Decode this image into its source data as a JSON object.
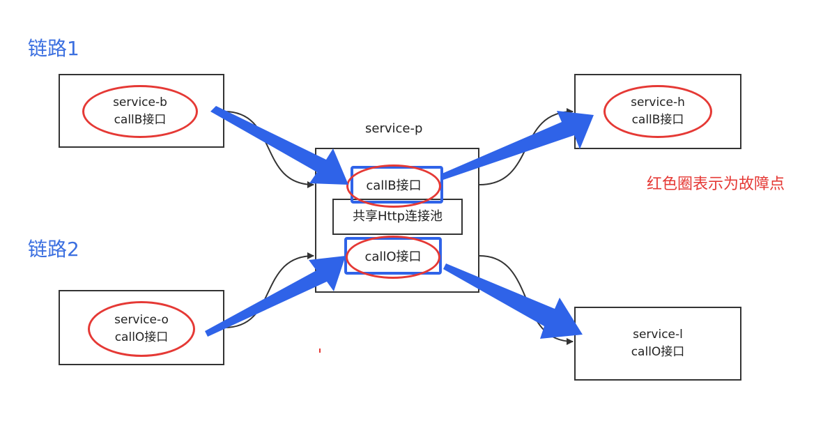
{
  "labels": {
    "chain1": "链路1",
    "chain2": "链路2",
    "legend": "红色圈表示为故障点"
  },
  "nodes": {
    "service_b": {
      "name": "service-b",
      "iface": "callB接口"
    },
    "service_o": {
      "name": "service-o",
      "iface": "callO接口"
    },
    "service_p": {
      "name": "service-p",
      "iface_b": "callB接口",
      "pool": "共享Http连接池",
      "iface_o": "callO接口"
    },
    "service_h": {
      "name": "service-h",
      "iface": "callB接口"
    },
    "service_l": {
      "name": "service-l",
      "iface": "callO接口"
    }
  },
  "colors": {
    "blue_arrow": "#2f63e8",
    "fault_ring": "#e53935",
    "label_blue": "#3b6fe0"
  }
}
